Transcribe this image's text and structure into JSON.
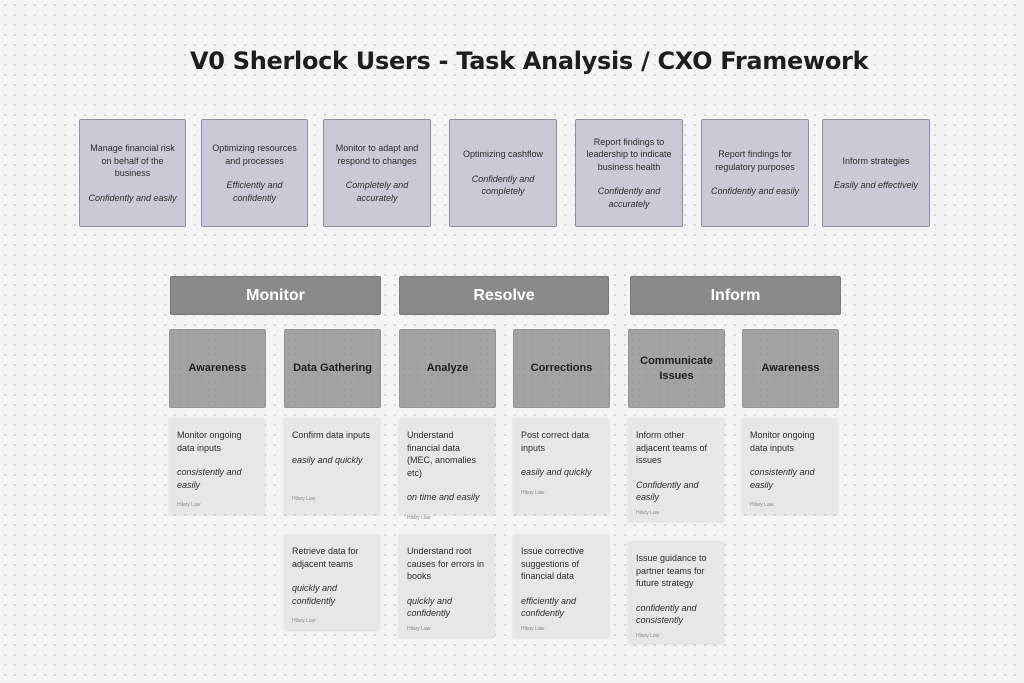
{
  "title": "V0 Sherlock Users - Task Analysis / CXO Framework",
  "goals": [
    {
      "task": "Manage financial risk on behalf of the business",
      "quality": "Confidently and easily"
    },
    {
      "task": "Optimizing resources and processes",
      "quality": "Efficiently and confidently"
    },
    {
      "task": "Monitor to adapt and respond to changes",
      "quality": "Completely and accurately"
    },
    {
      "task": "Optimizing cashflow",
      "quality": "Confidently and completely"
    },
    {
      "task": "Report findings to leadership to indicate business health",
      "quality": "Confidently and accurately"
    },
    {
      "task": "Report findings for regulatory purposes",
      "quality": "Confidently and easily"
    },
    {
      "task": "Inform strategies",
      "quality": "Easily and effectively"
    }
  ],
  "phases": [
    {
      "label": "Monitor"
    },
    {
      "label": "Resolve"
    },
    {
      "label": "Inform"
    }
  ],
  "steps": [
    {
      "label": "Awareness"
    },
    {
      "label": "Data Gathering"
    },
    {
      "label": "Analyze"
    },
    {
      "label": "Corrections"
    },
    {
      "label": "Communicate Issues"
    },
    {
      "label": "Awareness"
    }
  ],
  "notes": [
    {
      "task": "Monitor ongoing data inputs",
      "quality": "consistently and easily",
      "author": "Hilary Law"
    },
    {
      "task": "Confirm data inputs",
      "quality": "easily and quickly",
      "author": "Hilary Law"
    },
    {
      "task": "Understand financial data  (MEC, anomalies etc)",
      "quality": "on time and easily",
      "author": "Hilary Law"
    },
    {
      "task": "Post correct data inputs",
      "quality": "easily and quickly",
      "author": "Hilary Law"
    },
    {
      "task": "Inform other adjacent teams of issues",
      "quality": "Confidently and easily",
      "author": "Hilary Law"
    },
    {
      "task": "Monitor ongoing data inputs",
      "quality": "consistently and easily",
      "author": "Hilary Law"
    },
    {
      "task": "Retrieve data for adjacent teams",
      "quality": "quickly and confidently",
      "author": "Hilary Law"
    },
    {
      "task": "Understand root causes for errors in books",
      "quality": "quickly and confidently",
      "author": "Hilary Law"
    },
    {
      "task": "Issue corrective suggestions of financial data",
      "quality": "efficiently and confidently",
      "author": "Hilary Law"
    },
    {
      "task": "Issue guidance to partner teams for future strategy",
      "quality": "confidently and consistently",
      "author": "Hilary Law"
    }
  ]
}
